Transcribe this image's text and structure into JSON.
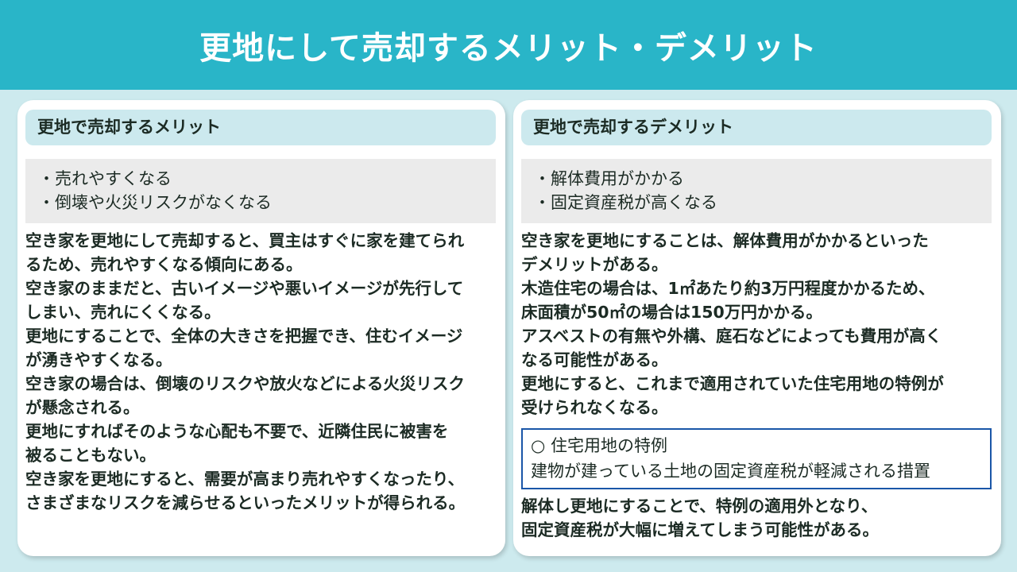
{
  "title": "更地にして売却するメリット・デメリット",
  "merit": {
    "heading": "更地で売却するメリット",
    "bullets": [
      "・売れやすくなる",
      "・倒壊や火災リスクがなくなる"
    ],
    "lines": [
      "空き家を更地にして売却すると、買主はすぐに家を建てられ",
      "るため、売れやすくなる傾向にある。",
      "空き家のままだと、古いイメージや悪いイメージが先行して",
      "しまい、売れにくくなる。",
      "更地にすることで、全体の大きさを把握でき、住むイメージ",
      "が湧きやすくなる。",
      "空き家の場合は、倒壊のリスクや放火などによる火災リスク",
      "が懸念される。",
      "更地にすればそのような心配も不要で、近隣住民に被害を",
      "被ることもない。",
      "空き家を更地にすると、需要が高まり売れやすくなったり、",
      "さまざまなリスクを減らせるといったメリットが得られる。"
    ]
  },
  "demerit": {
    "heading": "更地で売却するデメリット",
    "bullets": [
      "・解体費用がかかる",
      "・固定資産税が高くなる"
    ],
    "lines": [
      "空き家を更地にすることは、解体費用がかかるといった",
      "デメリットがある。",
      "木造住宅の場合は、1㎡あたり約3万円程度かかるため、",
      "床面積が50㎡の場合は150万円かかる。",
      "アスベストの有無や外構、庭石などによっても費用が高く",
      "なる可能性がある。",
      "更地にすると、これまで適用されていた住宅用地の特例が",
      "受けられなくなる。"
    ],
    "note": {
      "title": "○ 住宅用地の特例",
      "text": "建物が建っている土地の固定資産税が軽減される措置"
    },
    "after": [
      "解体し更地にすることで、特例の適用外となり、",
      "固定資産税が大幅に増えてしまう可能性がある。"
    ]
  },
  "colors": {
    "header": "#29b5c8",
    "background": "#cdeaee",
    "heading_box": "#cce9ee",
    "summary_box": "#ebebeb",
    "note_border": "#1a56a8"
  }
}
